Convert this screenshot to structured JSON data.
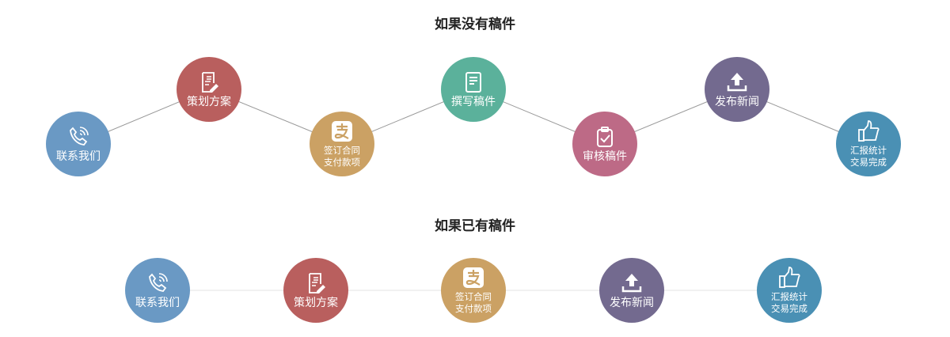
{
  "sections": [
    {
      "title": "如果没有稿件"
    },
    {
      "title": "如果已有稿件"
    }
  ],
  "top_nodes": [
    {
      "label": "联系我们",
      "icon": "phone-icon",
      "color": "#6a99c4"
    },
    {
      "label": "策划方案",
      "icon": "document-edit-icon",
      "color": "#b95f5e"
    },
    {
      "label": "签订合同",
      "label2": "支付款项",
      "icon": "alipay-icon",
      "color": "#cba164"
    },
    {
      "label": "撰写稿件",
      "icon": "document-icon",
      "color": "#5bb19b"
    },
    {
      "label": "审核稿件",
      "icon": "clipboard-check-icon",
      "color": "#bd6a86"
    },
    {
      "label": "发布新闻",
      "icon": "upload-icon",
      "color": "#736a8f"
    },
    {
      "label": "汇报统计",
      "label2": "交易完成",
      "icon": "thumbs-up-icon",
      "color": "#4a90b4"
    }
  ],
  "bottom_nodes": [
    {
      "label": "联系我们",
      "icon": "phone-icon",
      "color": "#6a99c4"
    },
    {
      "label": "策划方案",
      "icon": "document-edit-icon",
      "color": "#b95f5e"
    },
    {
      "label": "签订合同",
      "label2": "支付款项",
      "icon": "alipay-icon",
      "color": "#cba164"
    },
    {
      "label": "发布新闻",
      "icon": "upload-icon",
      "color": "#736a8f"
    },
    {
      "label": "汇报统计",
      "label2": "交易完成",
      "icon": "thumbs-up-icon",
      "color": "#4a90b4"
    }
  ]
}
